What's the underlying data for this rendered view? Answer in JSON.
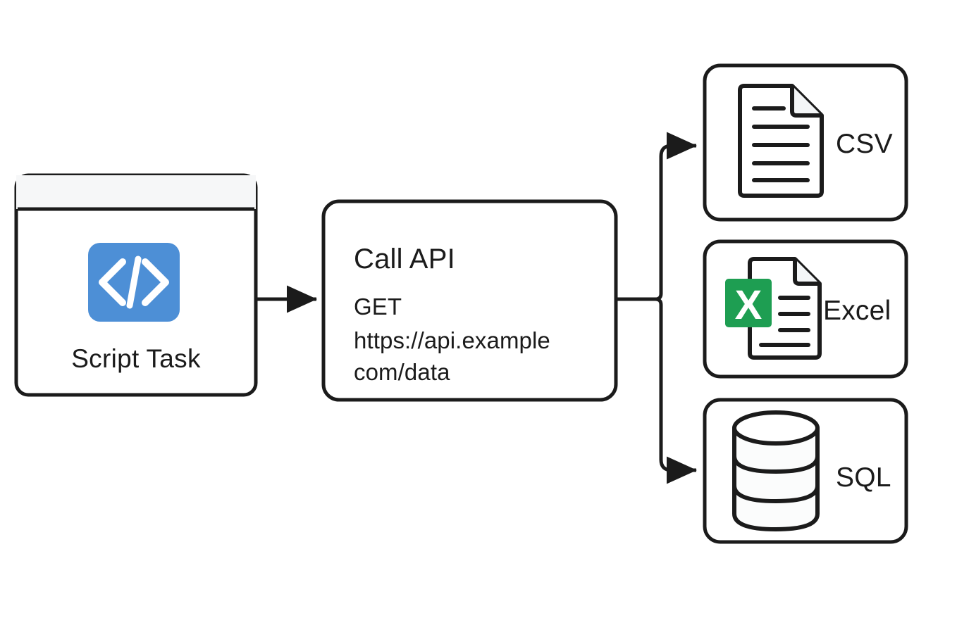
{
  "diagram": {
    "title": "Script Task to API to Outputs flow",
    "background_color": "#ffffff",
    "stroke_color": "#1b1b1b",
    "nodes": {
      "script_task": {
        "label": "Script Task",
        "icon": "code-brackets-icon",
        "icon_glyph": "</>",
        "icon_color": "#4d8fd6",
        "header_fill": "#f6f7f8",
        "body_fill": "#ffffff"
      },
      "call_api": {
        "title": "Call API",
        "method": "GET",
        "url_line_1": "https://api.example",
        "url_line_2": "com/data",
        "body_fill": "#ffffff"
      }
    },
    "outputs": [
      {
        "label": "CSV",
        "icon": "csv-document-icon",
        "icon_accent": "#1b1b1b",
        "has_arrow": true
      },
      {
        "label": "Excel",
        "icon": "excel-document-icon",
        "icon_accent": "#1e9e52",
        "badge_text": "X",
        "has_arrow": false
      },
      {
        "label": "SQL",
        "icon": "database-cylinder-icon",
        "icon_accent": "#1b1b1b",
        "has_arrow": true
      }
    ],
    "connectors": [
      {
        "name": "script-task-to-call-api",
        "from": "script_task",
        "to": "call_api",
        "arrow": true
      },
      {
        "name": "call-api-to-csv",
        "from": "call_api",
        "to": "CSV",
        "arrow": true
      },
      {
        "name": "call-api-to-excel",
        "from": "call_api",
        "to": "Excel",
        "arrow": false
      },
      {
        "name": "call-api-to-sql",
        "from": "call_api",
        "to": "SQL",
        "arrow": true
      }
    ]
  }
}
